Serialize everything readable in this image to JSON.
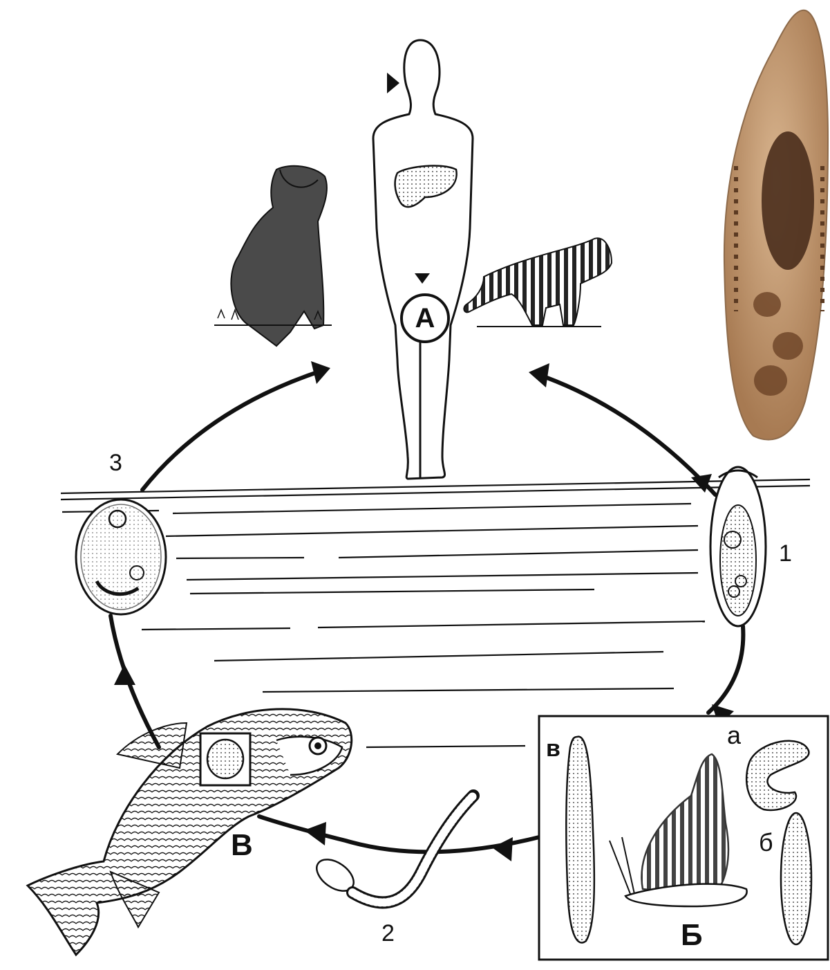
{
  "labels": {
    "host_A": "А",
    "stage_1": "1",
    "stage_2": "2",
    "stage_3": "3",
    "host_B": "Б",
    "host_V": "В",
    "sub_a": "а",
    "sub_b": "б",
    "sub_v": "в"
  },
  "colors": {
    "ink": "#111111",
    "fluke_body": "#c9a27a",
    "fluke_dark": "#4a2e1c",
    "background": "#ffffff"
  },
  "icons": {
    "human": "human-silhouette-icon",
    "dog": "dog-icon",
    "cat": "cat-icon",
    "egg": "egg-icon",
    "snail": "snail-icon",
    "cercaria": "cercaria-icon",
    "fish": "fish-icon",
    "metacercaria": "metacercaria-icon",
    "fluke": "liver-fluke-icon"
  }
}
